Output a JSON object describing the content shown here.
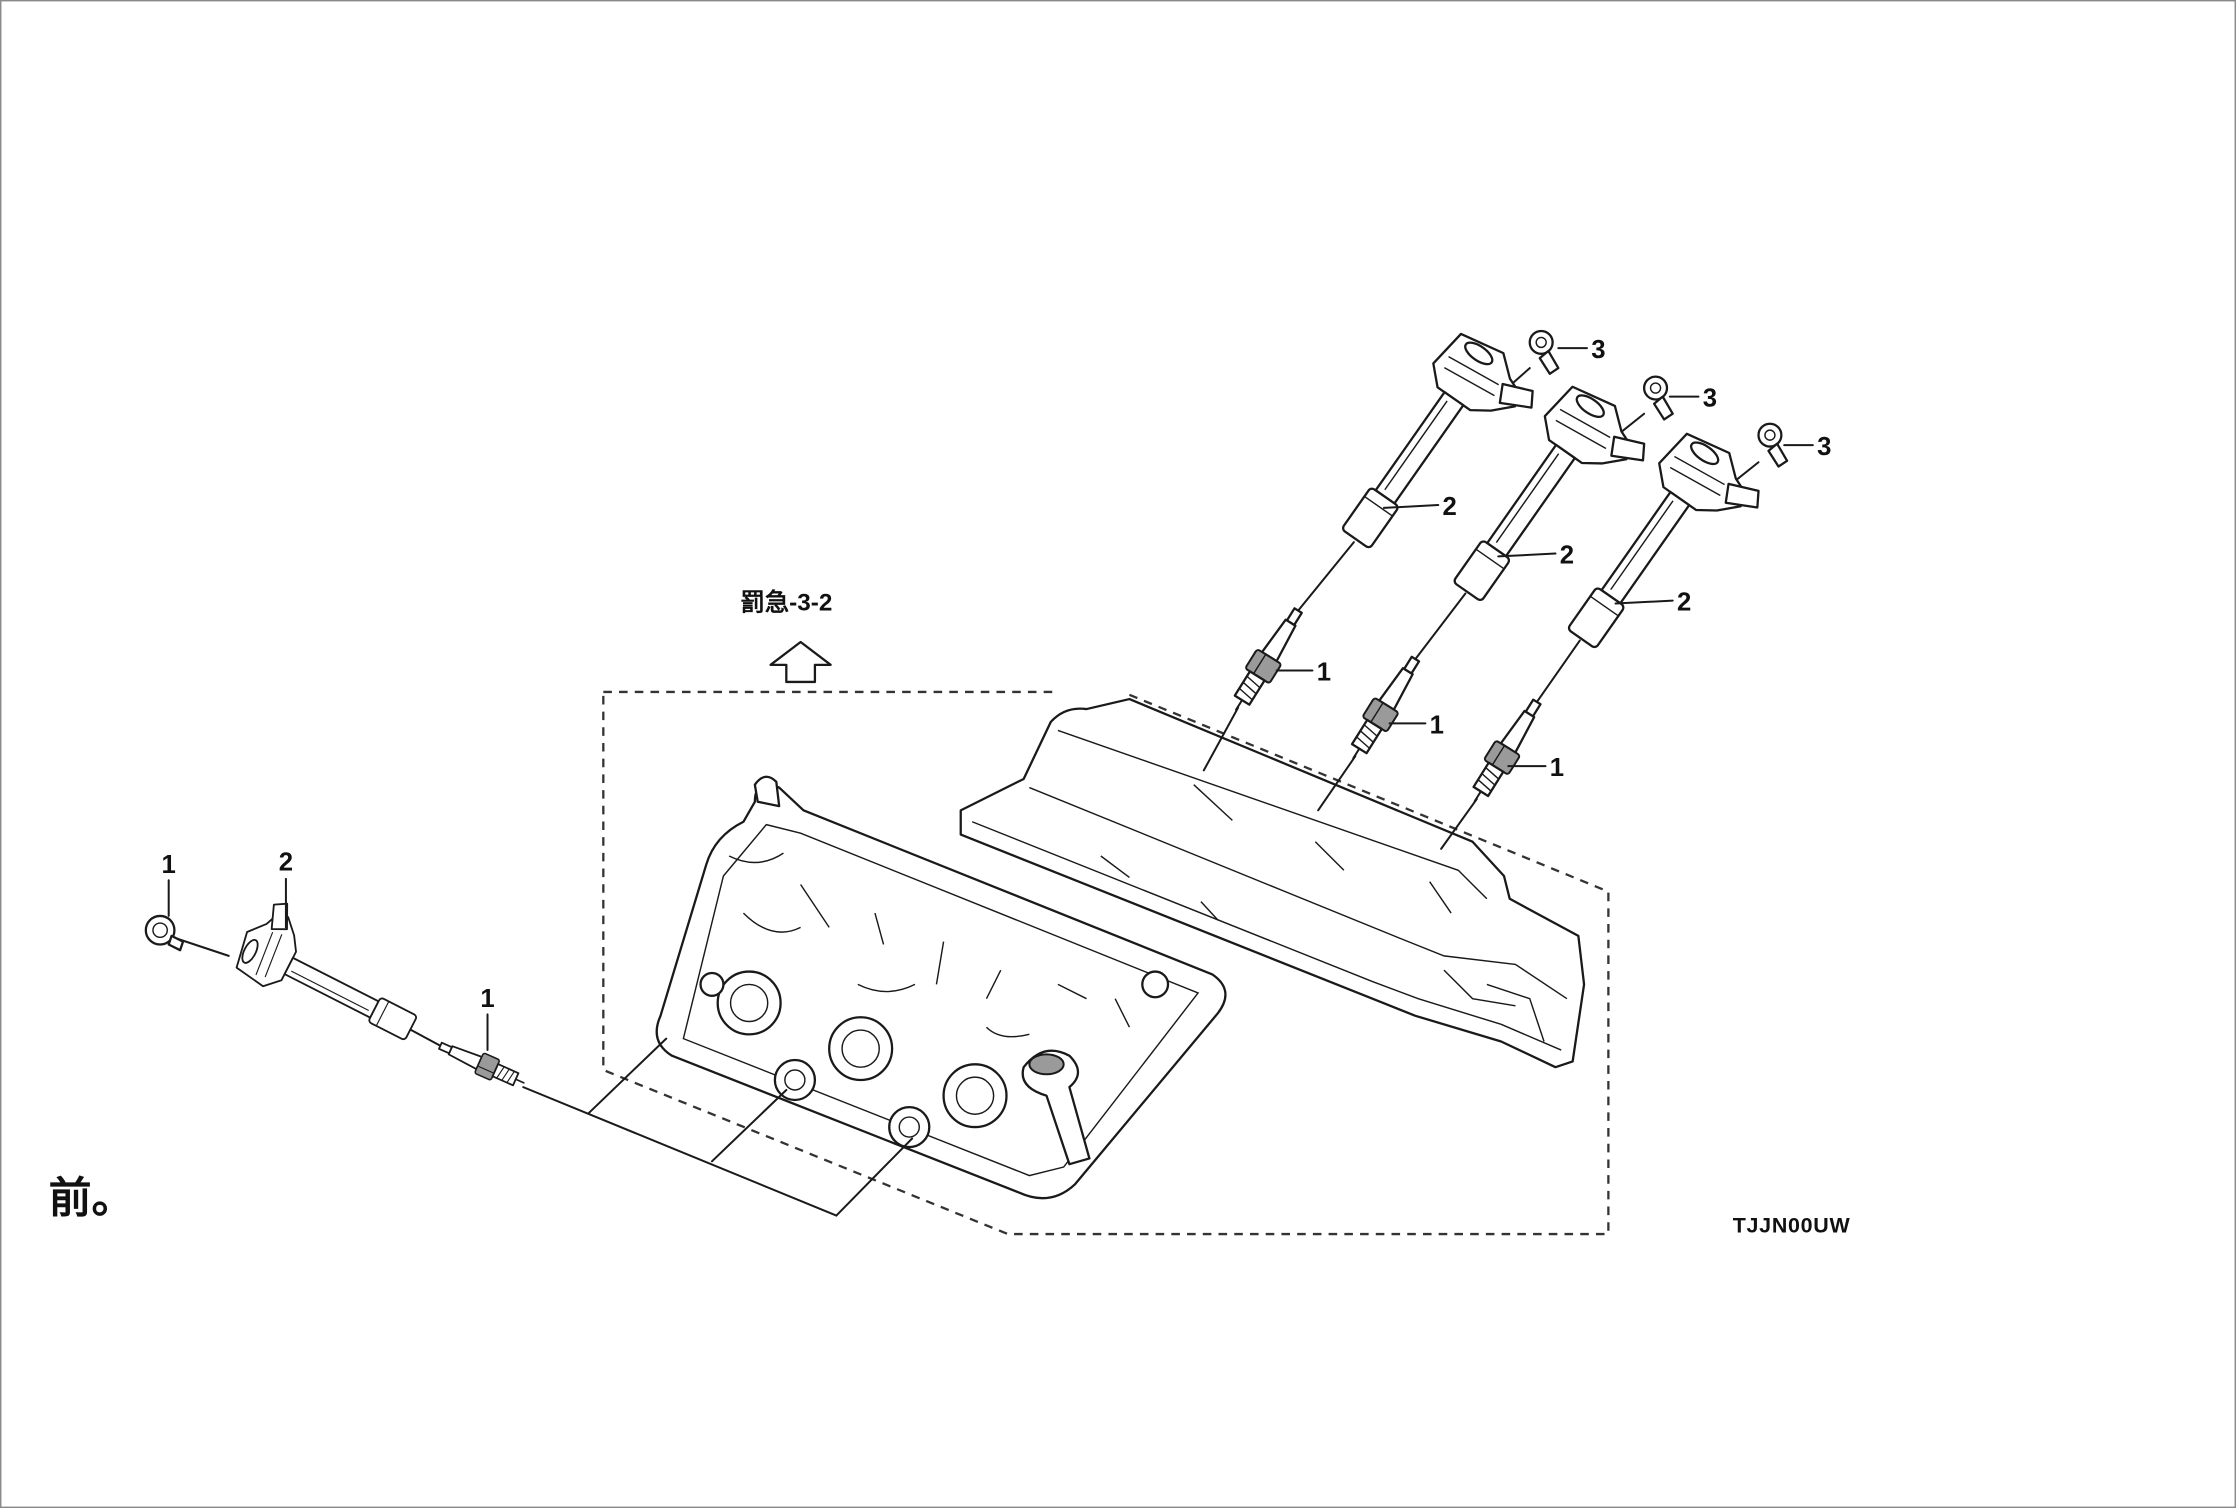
{
  "figure": {
    "reference_label": "罰急-3-2",
    "front_label": "前。",
    "figure_code": "TJJN00UW"
  },
  "right_bank": {
    "caps": [
      "3",
      "3",
      "3"
    ],
    "coils": [
      "2",
      "2",
      "2"
    ],
    "plugs": [
      "1",
      "1",
      "1"
    ]
  },
  "left_bank": {
    "cap": "1",
    "coil": "2",
    "plug": "1"
  }
}
